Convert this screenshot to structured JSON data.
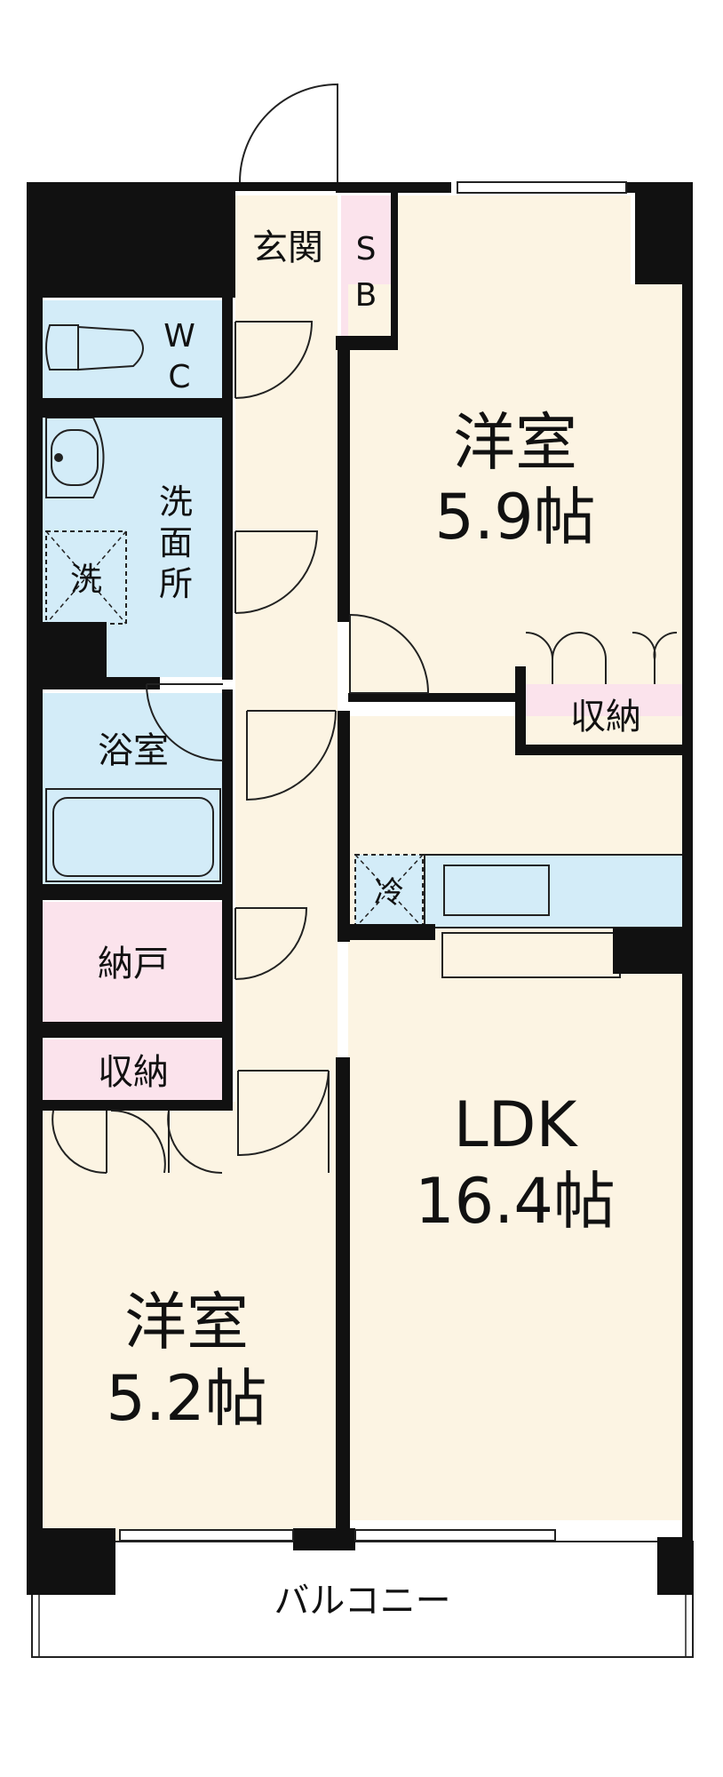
{
  "rooms": {
    "genkan": "玄関",
    "sb": [
      "S",
      "B"
    ],
    "wc": [
      "W",
      "C"
    ],
    "senmenjo": [
      "洗",
      "面",
      "所"
    ],
    "washer": "洗",
    "yokushitsu": "浴室",
    "nando": "納戸",
    "storage_left": "収納",
    "storage_right": "収納",
    "fridge": "冷",
    "bedroom_top": {
      "name": "洋室",
      "size": "5.9帖"
    },
    "bedroom_bottom": {
      "name": "洋室",
      "size": "5.2帖"
    },
    "ldk": {
      "name": "LDK",
      "size": "16.4帖"
    },
    "balcony": "バルコニー"
  },
  "colors": {
    "wall": "#111111",
    "floor_cream": "#fcf4e3",
    "wet_blue": "#d3ecf8",
    "storage_pink": "#fbe3ec",
    "line": "#222222"
  }
}
